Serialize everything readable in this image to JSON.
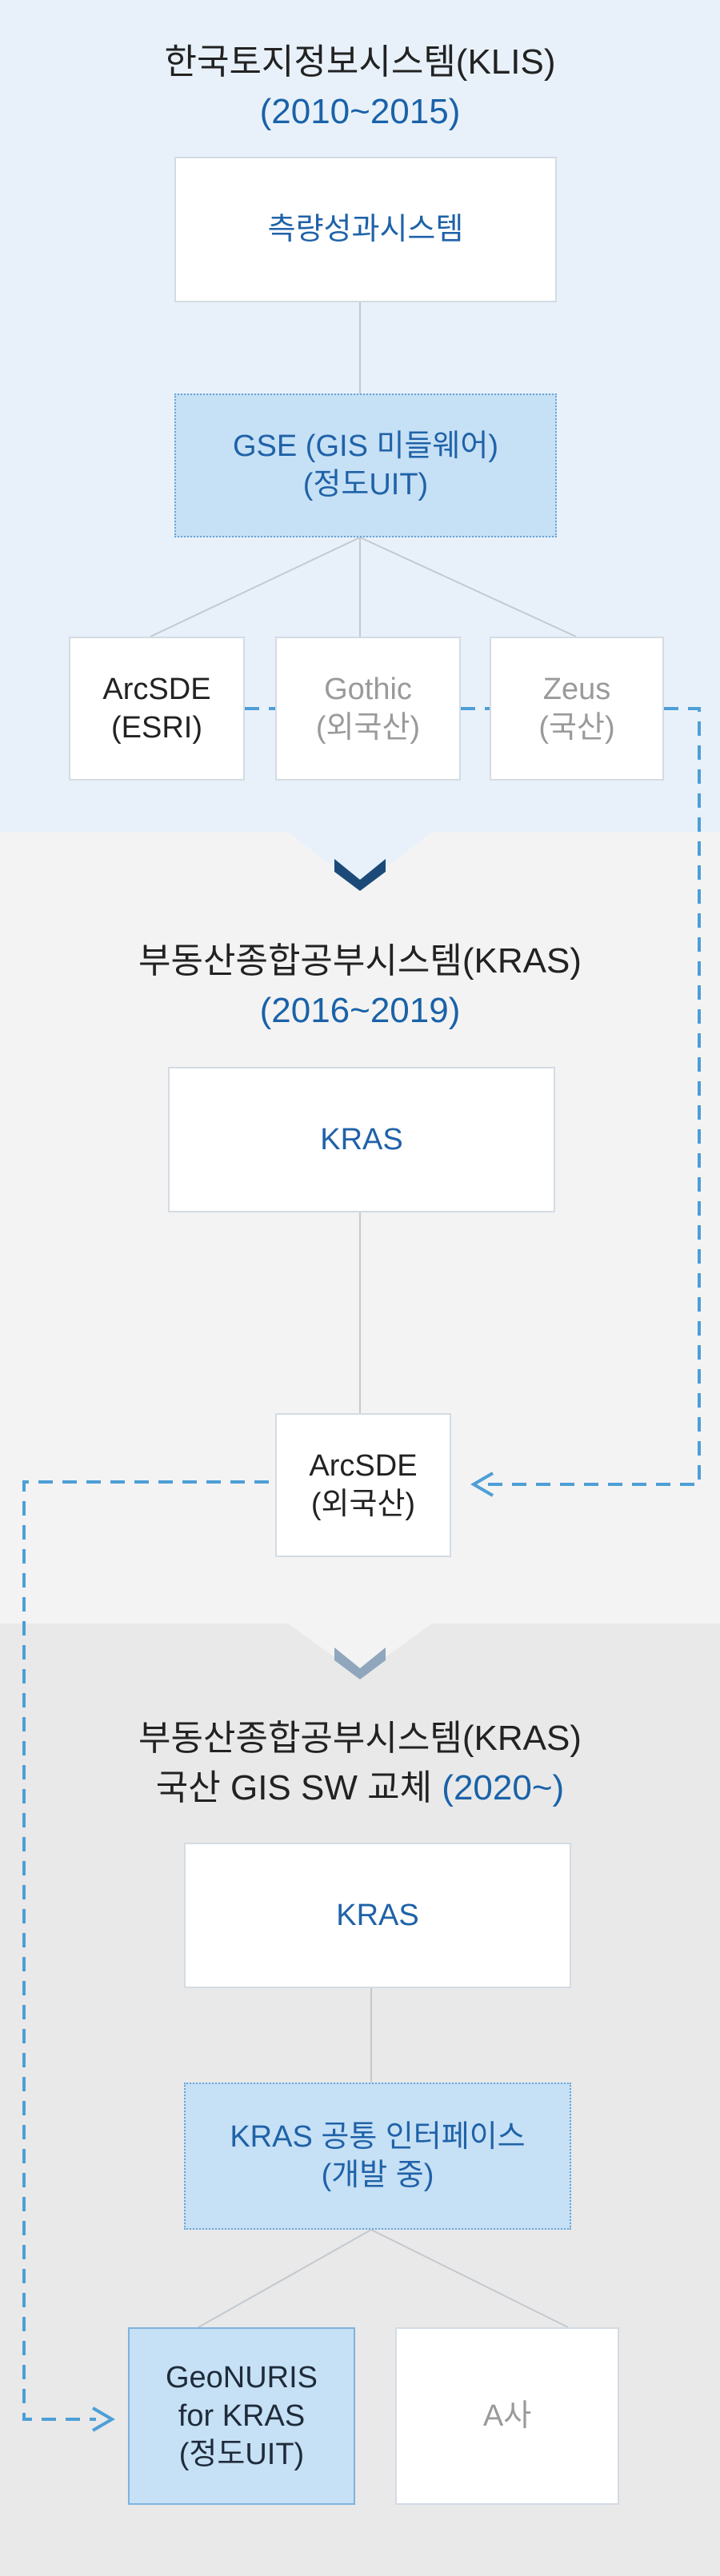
{
  "colors": {
    "accent": "#1a62a8",
    "dash": "#4d9fd6",
    "band1": "#e8f1fa",
    "band2": "#f3f3f3",
    "band3": "#e9e9e9"
  },
  "section1": {
    "title": "한국토지정보시스템(KLIS)",
    "period": "(2010~2015)",
    "top_box": "측량성과시스템",
    "middleware": [
      "GSE (GIS 미들웨어)",
      "(정도UIT)"
    ],
    "nodes": [
      {
        "line1": "ArcSDE",
        "line2": "(ESRI)"
      },
      {
        "line1": "Gothic",
        "line2": "(외국산)"
      },
      {
        "line1": "Zeus",
        "line2": "(국산)"
      }
    ]
  },
  "section2": {
    "title": "부동산종합공부시스템(KRAS)",
    "period": "(2016~2019)",
    "top_box": "KRAS",
    "node": {
      "line1": "ArcSDE",
      "line2": "(외국산)"
    }
  },
  "section3": {
    "title": "부동산종합공부시스템(KRAS)",
    "subtitle_prefix": "국산 GIS SW 교체 ",
    "period": "(2020~)",
    "top_box": "KRAS",
    "interface": [
      "KRAS 공통 인터페이스",
      "(개발 중)"
    ],
    "nodes": [
      {
        "lines": [
          "GeoNURIS",
          "for KRAS",
          "(정도UIT)"
        ]
      },
      {
        "lines": [
          "A사"
        ]
      }
    ]
  }
}
